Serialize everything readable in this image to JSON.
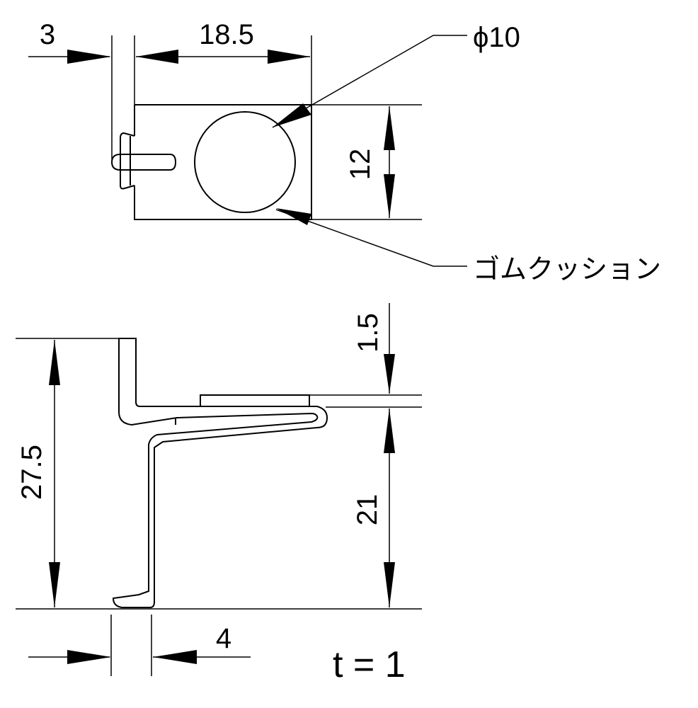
{
  "top_view": {
    "dim_offset": "3",
    "dim_width": "18.5",
    "dim_height": "12",
    "callout_diameter": "ϕ10",
    "callout_cushion": "ゴムクッション"
  },
  "side_view": {
    "dim_top_thickness": "1.5",
    "dim_total_height": "27.5",
    "dim_lower_height": "21",
    "dim_hook_width": "4"
  },
  "notes": {
    "thickness": "t = 1"
  }
}
